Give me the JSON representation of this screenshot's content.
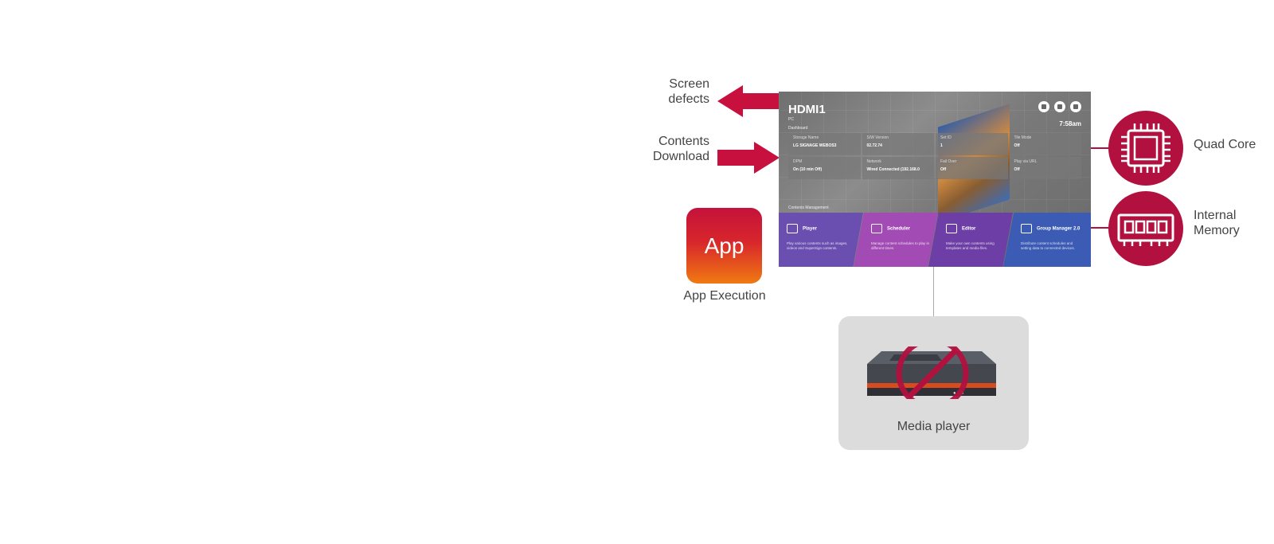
{
  "labels": {
    "screen_defects": [
      "Screen",
      "defects"
    ],
    "contents_download": [
      "Contents",
      "Download"
    ],
    "app_execution": "App Execution",
    "quad_core": "Quad Core",
    "internal_memory": [
      "Internal",
      "Memory"
    ],
    "media_player": "Media player",
    "app_icon_text": "App"
  },
  "screen": {
    "title": "HDMI1",
    "subtitle": "PC",
    "dashboard_label": "Dashboard",
    "time": "7:58am",
    "tiles": [
      {
        "label": "Storage Name",
        "value": "LG SIGNAGE WEBOS3"
      },
      {
        "label": "S/W Version",
        "value": "02.72.74"
      },
      {
        "label": "Set ID",
        "value": "1"
      },
      {
        "label": "Tile Mode",
        "value": "Off"
      },
      {
        "label": "DPM",
        "value": "On (10 min Off)"
      },
      {
        "label": "Network",
        "value": "Wired Connected (192.168.0"
      },
      {
        "label": "Fail Over",
        "value": "Off"
      },
      {
        "label": "Play via URL",
        "value": "Off"
      }
    ],
    "contents_management_label": "Contents Management",
    "content_tiles": [
      {
        "name": "Player",
        "desc": "Play various contents such as images, videos and SuperSign contents."
      },
      {
        "name": "Scheduler",
        "desc": "Manage content schedules to play in different times."
      },
      {
        "name": "Editor",
        "desc": "Make your own contents using templates and media files."
      },
      {
        "name": "Group Manager 2.0",
        "desc": "Distribute content schedules and setting data to connected devices."
      }
    ]
  },
  "colors": {
    "accent": "#b2103f",
    "player": "#6a4fb0",
    "scheduler": "#a24bb4",
    "editor": "#6d3fa6",
    "group_manager": "#3b5bb4"
  },
  "icons": {
    "quad_core": "cpu-chip-icon",
    "internal_memory": "memory-module-icon",
    "media_player": "media-player-device",
    "prohibited": "prohibited-icon"
  }
}
